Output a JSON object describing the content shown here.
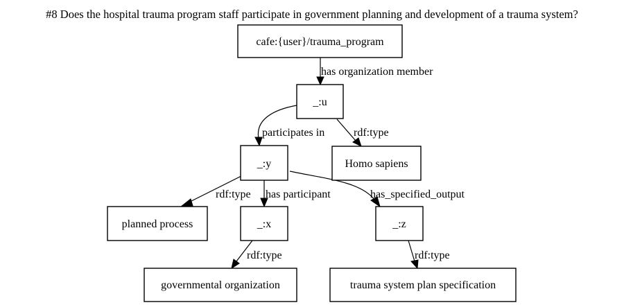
{
  "title": "#8 Does the hospital trauma program staff participate in government planning and development of a trauma system?",
  "nodes": {
    "trauma_program": "cafe:{user}/trauma_program",
    "u": "_:u",
    "homo_sapiens": "Homo sapiens",
    "y": "_:y",
    "planned_process": "planned process",
    "x": "_:x",
    "z": "_:z",
    "governmental_organization": "governmental organization",
    "trauma_system_plan": "trauma system plan specification"
  },
  "edges": {
    "has_organization_member": "has organization member",
    "participates_in": "participates in",
    "u_type": "rdf:type",
    "y_type": "rdf:type",
    "has_participant": "has participant",
    "has_specified_output": "has_specified_output",
    "x_type": "rdf:type",
    "z_type": "rdf:type"
  }
}
